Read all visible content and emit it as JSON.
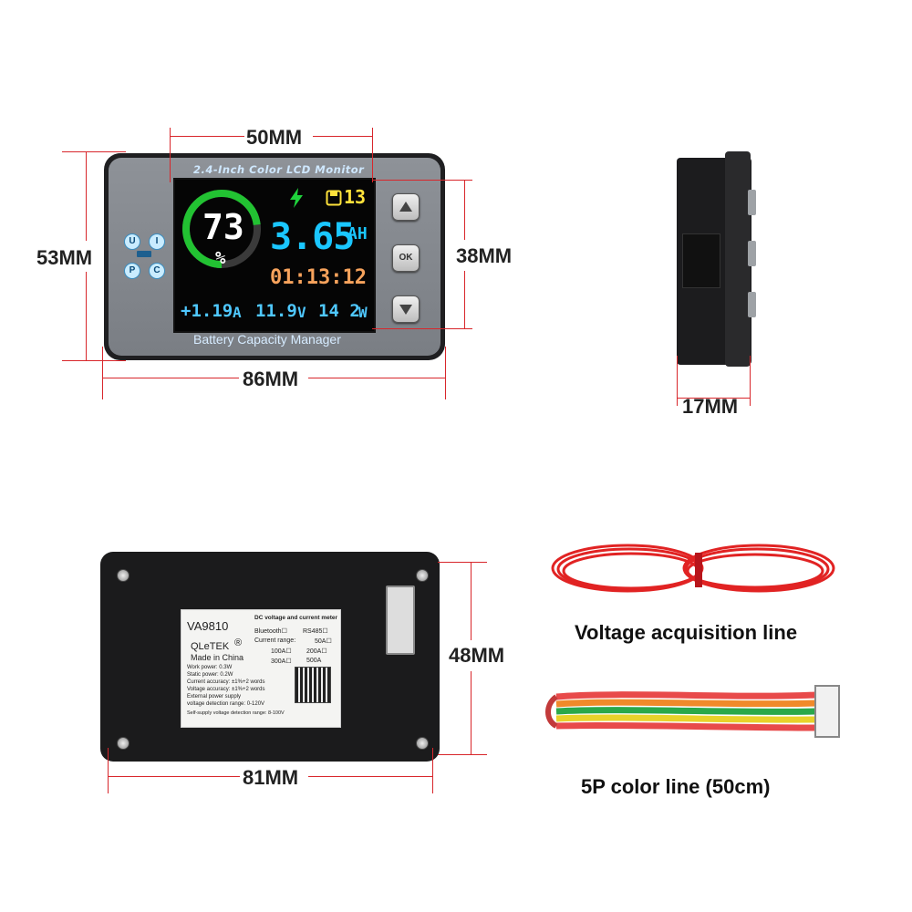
{
  "front": {
    "top_label": "2.4-Inch Color LCD Monitor",
    "bottom_label": "Battery Capacity Manager",
    "percent": "73",
    "percent_sign": "%",
    "capacity_value": "3.65",
    "capacity_unit": "AH",
    "time": "01:13:12",
    "storage_count": "13",
    "current_value": "+1.19",
    "current_unit": "A",
    "voltage_value": "11.9",
    "voltage_unit": "V",
    "power_value": "14 2",
    "power_unit": "W",
    "led_labels": [
      "U",
      "I",
      "P",
      "C"
    ],
    "ok_label": "OK"
  },
  "dimensions": {
    "front_width": "50MM",
    "front_height": "53MM",
    "screen_height": "38MM",
    "overall_width": "86MM",
    "side_depth": "17MM",
    "back_height": "48MM",
    "back_width": "81MM"
  },
  "back_label": {
    "model": "VA9810",
    "brand": "QLeTEK",
    "reg": "®",
    "made": "Made in China",
    "header": "DC voltage and current meter",
    "bluetooth": "Bluetooth☐",
    "rs485": "RS485☐",
    "current_range": "Current range:",
    "r50": "50A☐",
    "r100": "100A☐",
    "r200": "200A☐",
    "r300": "300A☐",
    "r500": "500A",
    "spec1": "Work power: 0.3W",
    "spec2": "Static power: 0.2W",
    "spec3": "Current accuracy: ±1%+2 words",
    "spec4": "Voltage accuracy: ±1%+2 words",
    "spec5": "External power supply",
    "spec6": "voltage detection range: 0-120V",
    "spec7": "Self-supply voltage detection range: 8-100V"
  },
  "captions": {
    "voltage_line": "Voltage acquisition line",
    "color_line": "5P color line (50cm)"
  },
  "colors": {
    "dimension_line": "#d8262b",
    "ring_green": "#22c232",
    "capacity_blue": "#1ac6ff",
    "time_orange": "#f7a35c",
    "storage_yellow": "#ffe23b"
  }
}
